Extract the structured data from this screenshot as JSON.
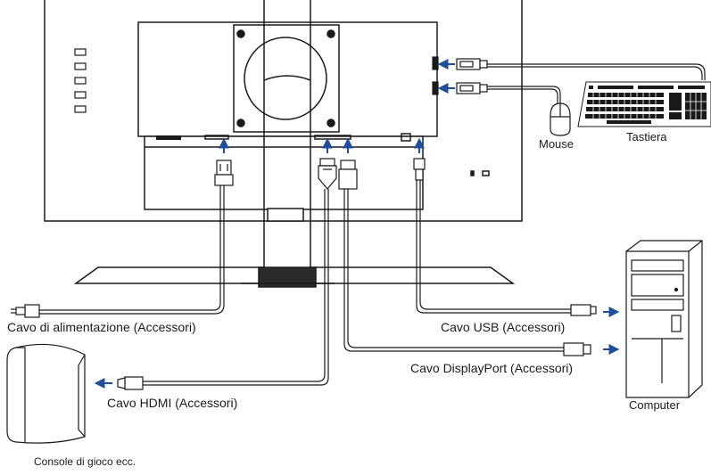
{
  "labels": {
    "mouse": "Mouse",
    "keyboard": "Tastiera",
    "computer": "Computer",
    "power_cable": "Cavo di alimentazione (Accessori)",
    "usb_cable": "Cavo USB (Accessori)",
    "displayport_cable": "Cavo DisplayPort (Accessori)",
    "hdmi_cable": "Cavo HDMI (Accessori)",
    "game_console": "Console di gioco ecc."
  },
  "colors": {
    "line": "#1a1a1a",
    "arrow": "#1f4e9c",
    "cable_gray": "#888888",
    "panel_fill": "#ffffff",
    "dark_fill": "#2b2b2b"
  }
}
